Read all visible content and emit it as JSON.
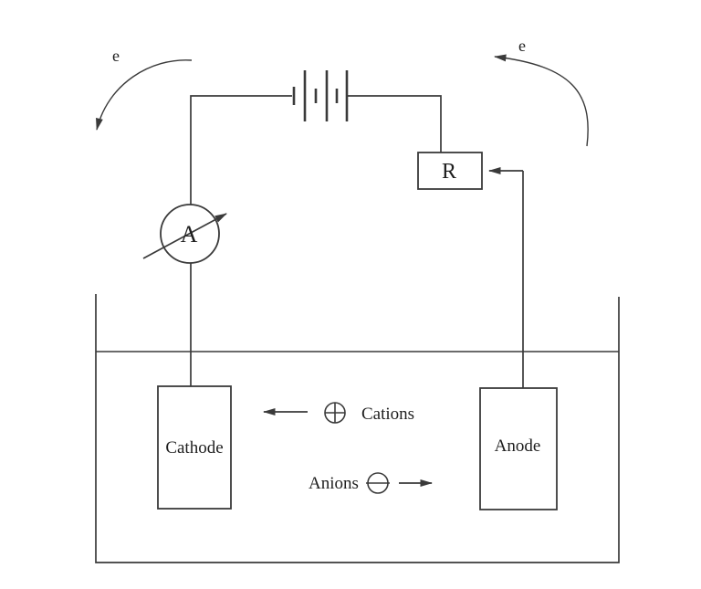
{
  "diagram": {
    "type": "electrolytic-cell-circuit",
    "colors": {
      "background": "#ffffff",
      "stroke": "#3a3a3a",
      "text": "#1e1e1e"
    },
    "labels": {
      "electron_left": "e",
      "electron_right": "e",
      "resistor": "R",
      "ammeter": "A",
      "cathode": "Cathode",
      "anode": "Anode",
      "cations": "Cations",
      "anions": "Anions"
    },
    "icons": {
      "cation_symbol": "plus-in-circle",
      "anion_symbol": "minus-in-circle",
      "battery_symbol": "three-cell-battery",
      "ammeter_symbol": "circle-with-diagonal-arrow"
    }
  }
}
